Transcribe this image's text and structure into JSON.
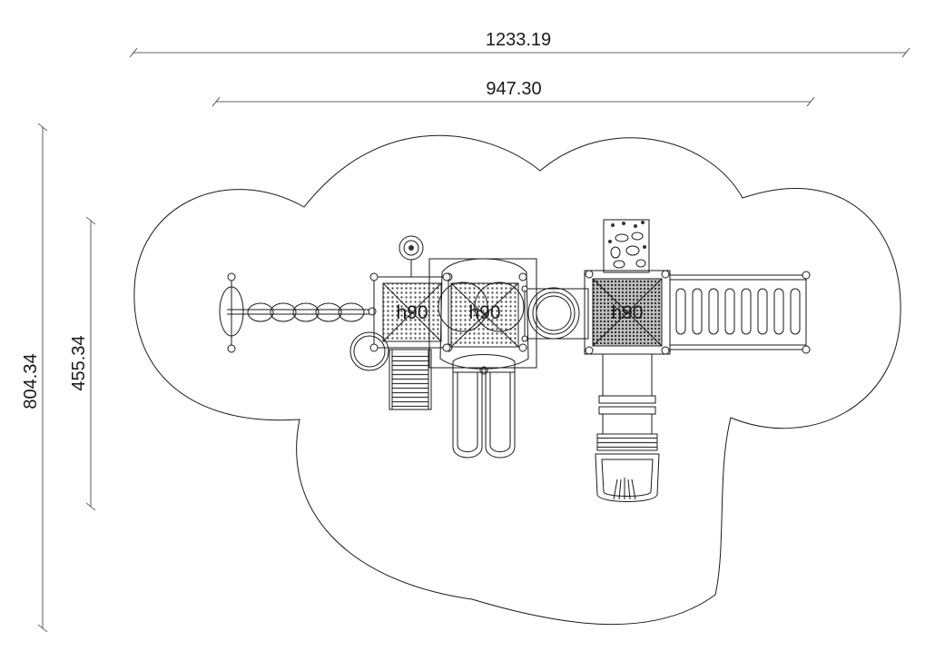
{
  "dimensions": {
    "overall_width": "1233.19",
    "equipment_width": "947.30",
    "overall_depth": "804.34",
    "equipment_depth": "455.34"
  },
  "decks": {
    "left": "h90",
    "middle": "h90",
    "right": "h90"
  }
}
